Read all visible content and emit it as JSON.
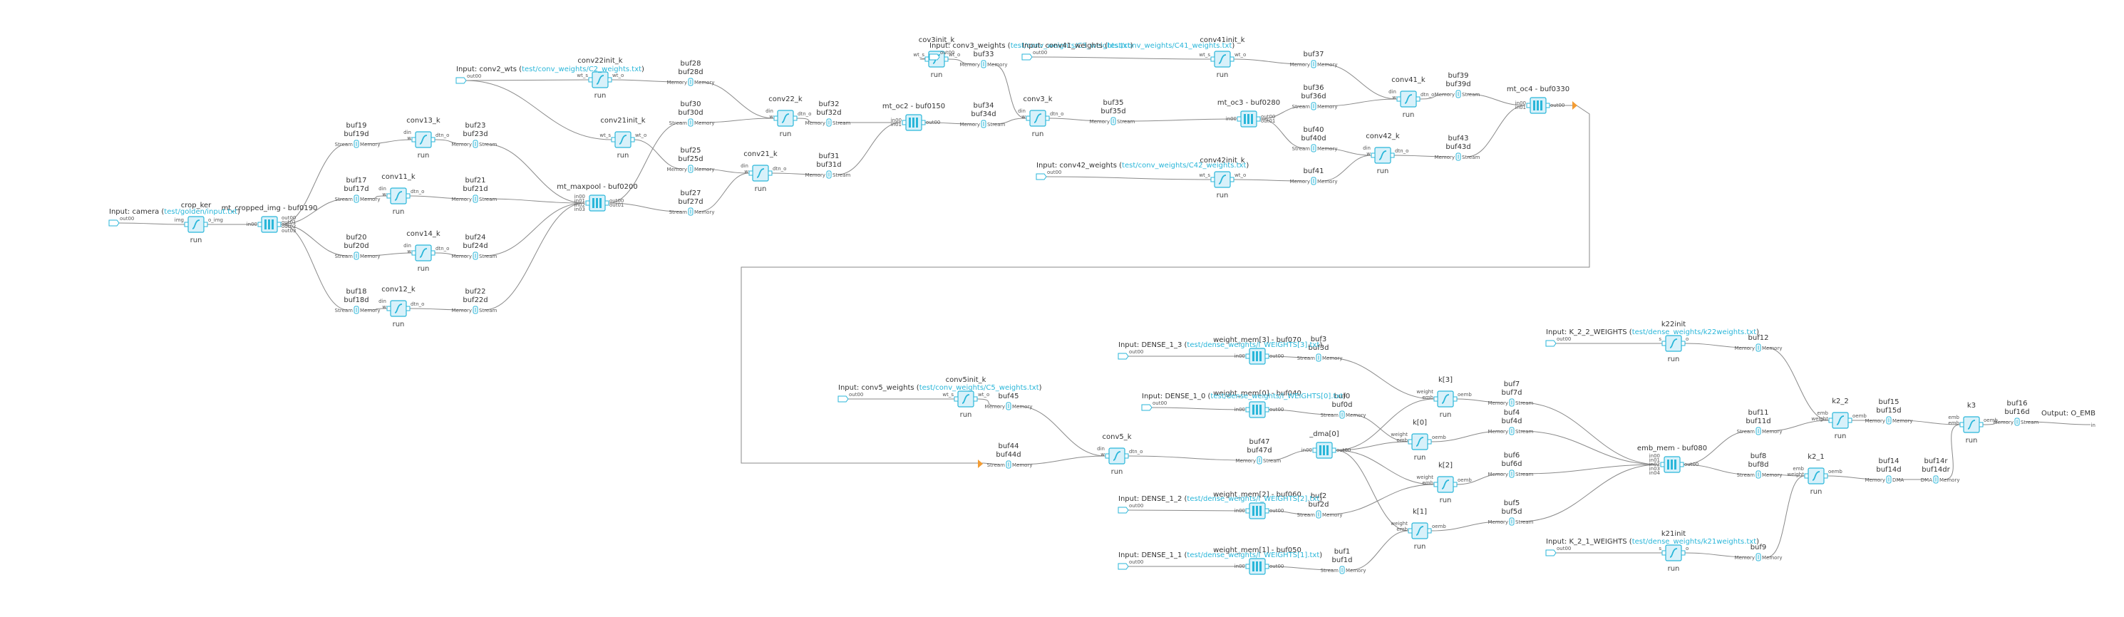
{
  "kernels": [
    {
      "label": "crop_ker",
      "run": "run",
      "ports": [
        "img",
        "o_img"
      ]
    },
    {
      "label": "conv22init_k",
      "run": "run",
      "ports": [
        "wt_s",
        "wt_o"
      ]
    },
    {
      "label": "conv13_k",
      "run": "run",
      "ports": [
        "din",
        "w",
        "dtn_o"
      ]
    },
    {
      "label": "conv11_k",
      "run": "run",
      "ports": [
        "din",
        "w",
        "dtn_o"
      ]
    },
    {
      "label": "conv14_k",
      "run": "run",
      "ports": [
        "din",
        "w",
        "dtn_o"
      ]
    },
    {
      "label": "conv12_k",
      "run": "run",
      "ports": [
        "din",
        "w",
        "dtn_o"
      ]
    },
    {
      "label": "conv21init_k",
      "run": "run",
      "ports": [
        "wt_s",
        "wt_o"
      ]
    },
    {
      "label": "conv22_k",
      "run": "run",
      "ports": [
        "din",
        "w",
        "dtn_o"
      ]
    },
    {
      "label": "conv21_k",
      "run": "run",
      "ports": [
        "din",
        "w",
        "dtn_o"
      ]
    },
    {
      "label": "cov3init_k",
      "run": "run",
      "ports": [
        "wt_s",
        "wt_o"
      ]
    },
    {
      "label": "conv3_k",
      "run": "run",
      "ports": [
        "din",
        "w",
        "dtn_o"
      ]
    },
    {
      "label": "conv41init_k",
      "run": "run",
      "ports": [
        "wt_s",
        "wt_o"
      ]
    },
    {
      "label": "conv42init_k",
      "run": "run",
      "ports": [
        "wt_s",
        "wt_o"
      ]
    },
    {
      "label": "conv41_k",
      "run": "run",
      "ports": [
        "din",
        "w",
        "dtn_o"
      ]
    },
    {
      "label": "conv42_k",
      "run": "run",
      "ports": [
        "din",
        "w",
        "dtn_o"
      ]
    },
    {
      "label": "conv5init_k",
      "run": "run",
      "ports": [
        "wt_s",
        "wt_o"
      ]
    },
    {
      "label": "conv5_k",
      "run": "run",
      "ports": [
        "din",
        "w",
        "dtn_o"
      ]
    },
    {
      "label": "k[3]",
      "run": "run",
      "ports": [
        "weight",
        "emb",
        "oemb"
      ]
    },
    {
      "label": "k[0]",
      "run": "run",
      "ports": [
        "weight",
        "emb",
        "oemb"
      ]
    },
    {
      "label": "k[2]",
      "run": "run",
      "ports": [
        "weight",
        "emb",
        "oemb"
      ]
    },
    {
      "label": "k[1]",
      "run": "run",
      "ports": [
        "weight",
        "emb",
        "oemb"
      ]
    },
    {
      "label": "k22init",
      "run": "run",
      "ports": [
        "s",
        "o"
      ]
    },
    {
      "label": "k21init",
      "run": "run",
      "ports": [
        "s",
        "o"
      ]
    },
    {
      "label": "k2_2",
      "run": "run",
      "ports": [
        "emb",
        "weight",
        "oemb"
      ]
    },
    {
      "label": "k2_1",
      "run": "run",
      "ports": [
        "emb",
        "weight",
        "oemb"
      ]
    },
    {
      "label": "k3",
      "run": "run",
      "ports": [
        "emb",
        "emb",
        "oemb"
      ]
    }
  ],
  "mems": [
    {
      "label": "mt_cropped_img - buf0190",
      "ports": [
        "in00",
        "out00",
        "out01",
        "out02",
        "out03"
      ]
    },
    {
      "label": "mt_maxpool - buf0200",
      "ports": [
        "in00",
        "in01",
        "in02",
        "in03",
        "out00",
        "out01"
      ]
    },
    {
      "label": "mt_oc2 - buf0150",
      "ports": [
        "in00",
        "in01",
        "out00"
      ]
    },
    {
      "label": "mt_oc3 - buf0280",
      "ports": [
        "in00",
        "out00",
        "out01"
      ]
    },
    {
      "label": "mt_oc4 - buf0330",
      "ports": [
        "in00",
        "in01",
        "out00"
      ]
    },
    {
      "label": "weight_mem[3] - buf070",
      "ports": [
        "in00",
        "out00"
      ]
    },
    {
      "label": "weight_mem[0] - buf040",
      "ports": [
        "in00",
        "out00"
      ]
    },
    {
      "label": "weight_mem[2] - buf060",
      "ports": [
        "in00",
        "out00"
      ]
    },
    {
      "label": "weight_mem[1] - buf050",
      "ports": [
        "in00",
        "out00"
      ]
    },
    {
      "label": "_dma[0]",
      "ports": [
        "in00",
        "out00"
      ]
    },
    {
      "label": "emb_mem - buf080",
      "ports": [
        "in00",
        "in01",
        "in02",
        "in03",
        "in04",
        "out00"
      ]
    }
  ],
  "buffers": [
    {
      "l1": "buf19",
      "l2": "buf19d",
      "kinds": [
        "Stream",
        "Memory"
      ]
    },
    {
      "l1": "buf23",
      "l2": "buf23d",
      "kinds": [
        "Memory",
        "Stream"
      ]
    },
    {
      "l1": "buf17",
      "l2": "buf17d",
      "kinds": [
        "Stream",
        "Memory"
      ]
    },
    {
      "l1": "buf21",
      "l2": "buf21d",
      "kinds": [
        "Memory",
        "Stream"
      ]
    },
    {
      "l1": "buf20",
      "l2": "buf20d",
      "kinds": [
        "Stream",
        "Memory"
      ]
    },
    {
      "l1": "buf24",
      "l2": "buf24d",
      "kinds": [
        "Memory",
        "Stream"
      ]
    },
    {
      "l1": "buf18",
      "l2": "buf18d",
      "kinds": [
        "Stream",
        "Memory"
      ]
    },
    {
      "l1": "buf22",
      "l2": "buf22d",
      "kinds": [
        "Memory",
        "Stream"
      ]
    },
    {
      "l1": "buf28",
      "l2": "buf28d",
      "kinds": [
        "Memory",
        "Memory"
      ]
    },
    {
      "l1": "buf30",
      "l2": "buf30d",
      "kinds": [
        "Stream",
        "Memory"
      ]
    },
    {
      "l1": "buf25",
      "l2": "buf25d",
      "kinds": [
        "Memory",
        "Memory"
      ]
    },
    {
      "l1": "buf27",
      "l2": "buf27d",
      "kinds": [
        "Stream",
        "Memory"
      ]
    },
    {
      "l1": "buf32",
      "l2": "buf32d",
      "kinds": [
        "Memory",
        "Stream"
      ]
    },
    {
      "l1": "buf31",
      "l2": "buf31d",
      "kinds": [
        "Memory",
        "Stream"
      ]
    },
    {
      "l1": "buf33",
      "l2": "",
      "kinds": [
        "Memory",
        "Memory"
      ]
    },
    {
      "l1": "buf34",
      "l2": "buf34d",
      "kinds": [
        "Memory",
        "Stream"
      ]
    },
    {
      "l1": "buf35",
      "l2": "buf35d",
      "kinds": [
        "Memory",
        "Stream"
      ]
    },
    {
      "l1": "buf37",
      "l2": "",
      "kinds": [
        "Memory",
        "Memory"
      ]
    },
    {
      "l1": "buf36",
      "l2": "buf36d",
      "kinds": [
        "Stream",
        "Memory"
      ]
    },
    {
      "l1": "buf40",
      "l2": "buf40d",
      "kinds": [
        "Stream",
        "Memory"
      ]
    },
    {
      "l1": "buf41",
      "l2": "",
      "kinds": [
        "Memory",
        "Memory"
      ]
    },
    {
      "l1": "buf39",
      "l2": "buf39d",
      "kinds": [
        "Memory",
        "Stream"
      ]
    },
    {
      "l1": "buf43",
      "l2": "buf43d",
      "kinds": [
        "Memory",
        "Stream"
      ]
    },
    {
      "l1": "buf45",
      "l2": "",
      "kinds": [
        "Memory",
        "Memory"
      ]
    },
    {
      "l1": "buf44",
      "l2": "buf44d",
      "kinds": [
        "Stream",
        "Memory"
      ]
    },
    {
      "l1": "buf47",
      "l2": "buf47d",
      "kinds": [
        "Memory",
        "Stream"
      ]
    },
    {
      "l1": "buf3",
      "l2": "buf3d",
      "kinds": [
        "Stream",
        "Memory"
      ]
    },
    {
      "l1": "buf0",
      "l2": "buf0d",
      "kinds": [
        "Stream",
        "Memory"
      ]
    },
    {
      "l1": "buf2",
      "l2": "buf2d",
      "kinds": [
        "Stream",
        "Memory"
      ]
    },
    {
      "l1": "buf1",
      "l2": "buf1d",
      "kinds": [
        "Stream",
        "Memory"
      ]
    },
    {
      "l1": "buf7",
      "l2": "buf7d",
      "kinds": [
        "Memory",
        "Stream"
      ]
    },
    {
      "l1": "buf4",
      "l2": "buf4d",
      "kinds": [
        "Memory",
        "Stream"
      ]
    },
    {
      "l1": "buf6",
      "l2": "buf6d",
      "kinds": [
        "Memory",
        "Stream"
      ]
    },
    {
      "l1": "buf5",
      "l2": "buf5d",
      "kinds": [
        "Memory",
        "Stream"
      ]
    },
    {
      "l1": "buf12",
      "l2": "",
      "kinds": [
        "Memory",
        "Memory"
      ]
    },
    {
      "l1": "buf9",
      "l2": "",
      "kinds": [
        "Memory",
        "Memory"
      ]
    },
    {
      "l1": "buf11",
      "l2": "buf11d",
      "kinds": [
        "Stream",
        "Memory"
      ]
    },
    {
      "l1": "buf8",
      "l2": "buf8d",
      "kinds": [
        "Stream",
        "Memory"
      ]
    },
    {
      "l1": "buf15",
      "l2": "buf15d",
      "kinds": [
        "Memory",
        "Memory"
      ]
    },
    {
      "l1": "buf14",
      "l2": "buf14d",
      "kinds": [
        "Memory",
        "DMA"
      ]
    },
    {
      "l1": "buf14r",
      "l2": "buf14dr",
      "kinds": [
        "DMA",
        "Memory"
      ]
    },
    {
      "l1": "buf16",
      "l2": "buf16d",
      "kinds": [
        "Memory",
        "Stream"
      ]
    }
  ],
  "inputs": [
    {
      "prefix": "Input: camera (",
      "path": "test/golden/input.txt",
      "suffix": ")",
      "port": "out00"
    },
    {
      "prefix": "Input: conv2_wts (",
      "path": "test/conv_weights/C2_weights.txt",
      "suffix": ")",
      "port": "out00"
    },
    {
      "prefix": "Input: conv3_weights (",
      "path": "test/conv_weights/C3_weights.txt",
      "suffix": ")",
      "port": "out00"
    },
    {
      "prefix": "Input: conv41_weights (",
      "path": "test/conv_weights/C41_weights.txt",
      "suffix": ")",
      "port": "out00"
    },
    {
      "prefix": "Input: conv42_weights (",
      "path": "test/conv_weights/C42_weights.txt",
      "suffix": ")",
      "port": "out00"
    },
    {
      "prefix": "Input: conv5_weights (",
      "path": "test/conv_weights/C5_weights.txt",
      "suffix": ")",
      "port": "out00"
    },
    {
      "prefix": "Input: DENSE_1_3 (",
      "path": "test/dense_weights/l_WEIGHTS[3].txt",
      "suffix": ")",
      "port": "out00"
    },
    {
      "prefix": "Input: DENSE_1_0 (",
      "path": "test/dense_weights/l_WEIGHTS[0].txt",
      "suffix": ")",
      "port": "out00"
    },
    {
      "prefix": "Input: DENSE_1_2 (",
      "path": "test/dense_weights/l_WEIGHTS[2].txt",
      "suffix": ")",
      "port": "out00"
    },
    {
      "prefix": "Input: DENSE_1_1 (",
      "path": "test/dense_weights/l_WEIGHTS[1].txt",
      "suffix": ")",
      "port": "out00"
    },
    {
      "prefix": "Input: K_2_2_WEIGHTS (",
      "path": "test/dense_weights/k22weights.txt",
      "suffix": ")",
      "port": "out00"
    },
    {
      "prefix": "Input: K_2_1_WEIGHTS (",
      "path": "test/dense_weights/k21weights.txt",
      "suffix": ")",
      "port": "out00"
    }
  ],
  "outputs": [
    {
      "label": "Output: O_EMB",
      "port": "in"
    }
  ],
  "colors": {
    "accent": "#29b6d9",
    "fill": "#d8f1fa",
    "edge": "#8a8a8a",
    "wrap_marker": "#f39c33"
  }
}
